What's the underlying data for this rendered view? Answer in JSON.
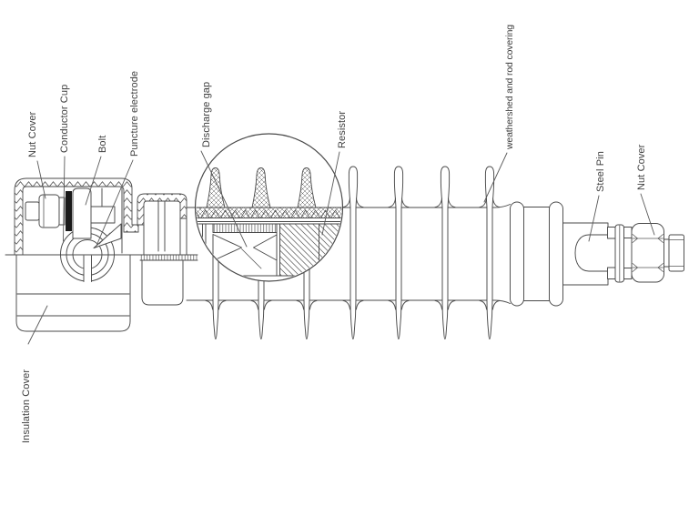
{
  "diagram": {
    "labels": {
      "nut_cover_left": "Nut Cover",
      "conductor_cup": "Conductor Cup",
      "bolt": "Bolt",
      "puncture_electrode": "Puncture electrode",
      "discharge_gap": "Discharge gap",
      "resistor": "Resistor",
      "weathershed": "weathershed and rod covering",
      "steel_pin": "Steel Pin",
      "nut_cover_right": "Nut Cover",
      "insulation_cover": "Insulation Cover"
    },
    "colors": {
      "line": "#4a4a4a",
      "background": "#ffffff",
      "gasket_fill": "#1a1a1a"
    }
  }
}
